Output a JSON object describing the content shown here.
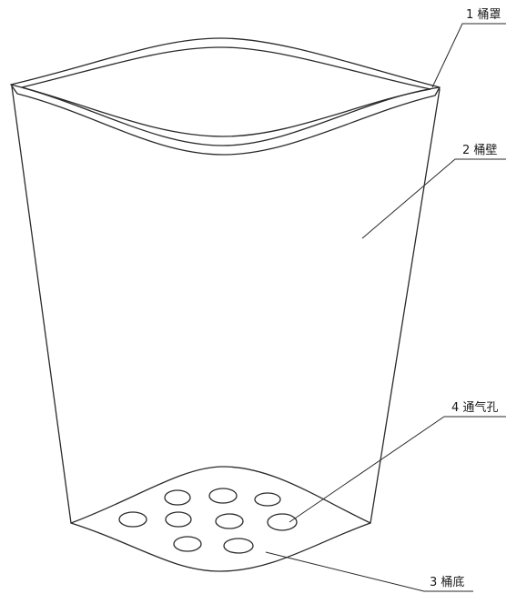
{
  "callouts": [
    {
      "id": "bucket-cover",
      "text": "1 桶罩"
    },
    {
      "id": "bucket-wall",
      "text": "2 桶壁"
    },
    {
      "id": "air-hole",
      "text": "4 通气孔"
    },
    {
      "id": "bucket-bottom",
      "text": "3 桶底"
    }
  ],
  "colors": {
    "stroke": "#2a2a2a",
    "text": "#1a1a1a",
    "background": "#ffffff"
  }
}
